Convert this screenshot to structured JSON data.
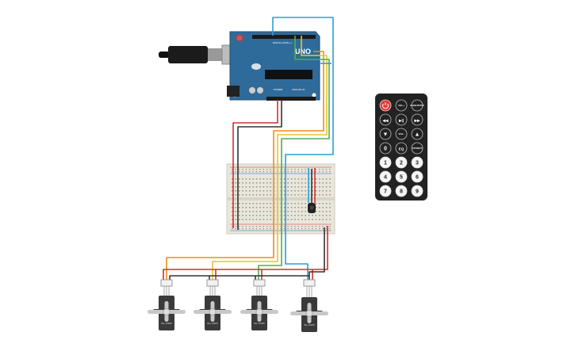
{
  "arduino": {
    "brand_text": "UNO",
    "power_label": "POWER",
    "analog_label": "ANALOG IN",
    "digital_label": "DIGITAL (PWM ~)"
  },
  "remote": {
    "row1": [
      "",
      "VOL+",
      "FUNC/STOP"
    ],
    "row2": [
      "◀◀",
      "▶||",
      "▶▶"
    ],
    "row3": [
      "▼",
      "VOL-",
      "▲"
    ],
    "row4": [
      "0",
      "EQ",
      "ST/REPT"
    ],
    "row5": [
      "1",
      "2",
      "3"
    ],
    "row6": [
      "4",
      "5",
      "6"
    ],
    "row7": [
      "7",
      "8",
      "9"
    ]
  },
  "servos": {
    "model_label": "SG-1318V"
  },
  "colors": {
    "board": "#2f6b9a",
    "breadboard": "#e9e6dc",
    "remote": "#222222",
    "servo": "#3a3a3a",
    "wire_red": "#d32f2f",
    "wire_black": "#333333",
    "wire_orange": "#f08c16",
    "wire_yellow": "#e7c52a",
    "wire_green": "#4caf50",
    "wire_blue": "#2a9fd6"
  }
}
